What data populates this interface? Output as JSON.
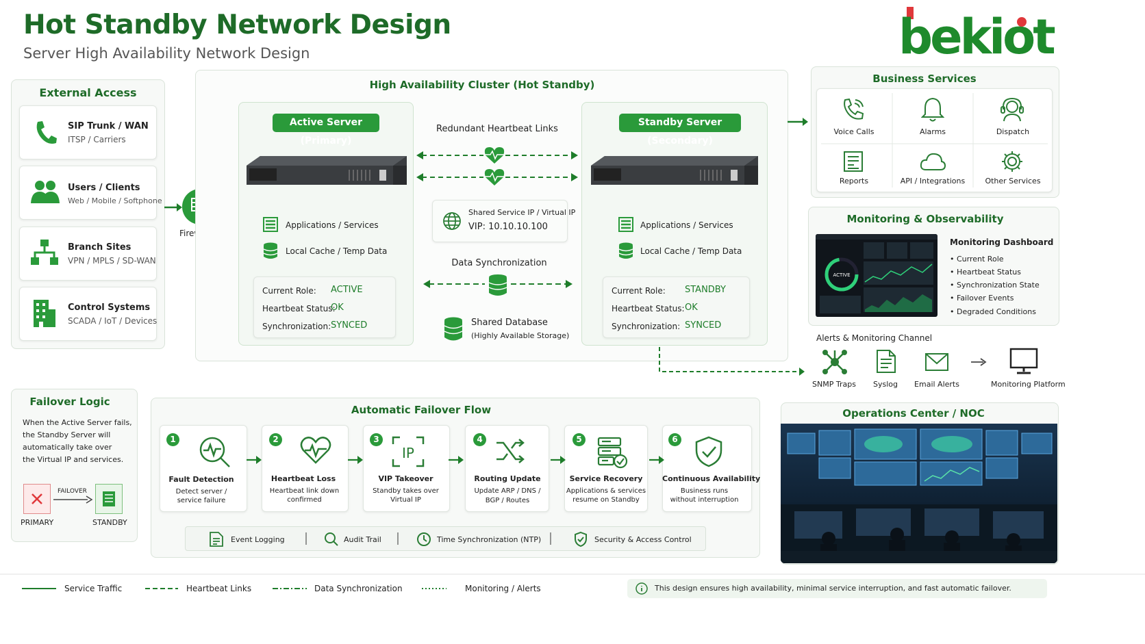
{
  "header": {
    "title": "Hot Standby Network Design",
    "subtitle": "Server High Availability Network Design",
    "logo_text": "bekiot"
  },
  "external": {
    "title": "External Access",
    "items": [
      {
        "name": "SIP Trunk / WAN",
        "sub": "ITSP / Carriers",
        "icon": "phone-icon"
      },
      {
        "name": "Users / Clients",
        "sub": "Web / Mobile / Softphone",
        "icon": "users-icon"
      },
      {
        "name": "Branch Sites",
        "sub": "VPN / MPLS / SD-WAN",
        "icon": "network-tree-icon"
      },
      {
        "name": "Control Systems",
        "sub": "SCADA / IoT / Devices",
        "icon": "building-icon"
      }
    ]
  },
  "firewall": {
    "label": "Firewall / LB"
  },
  "cluster": {
    "title": "High Availability Cluster (Hot Standby)",
    "heartbeat_label": "Redundant Heartbeat Links",
    "vip": {
      "label": "Shared Service IP / Virtual IP",
      "value": "VIP: 10.10.10.100"
    },
    "sync_label": "Data Synchronization",
    "db": {
      "name": "Shared Database",
      "sub": "(Highly Available Storage)"
    },
    "active": {
      "title": "Active Server (Primary)",
      "apps": "Applications / Services",
      "cache": "Local Cache / Temp Data",
      "role_label": "Current Role:",
      "role": "ACTIVE",
      "hb_label": "Heartbeat Status:",
      "hb": "OK",
      "sync_label": "Synchronization:",
      "sync": "SYNCED"
    },
    "standby": {
      "title": "Standby Server (Secondary)",
      "apps": "Applications / Services",
      "cache": "Local Cache / Temp Data",
      "role_label": "Current Role:",
      "role": "STANDBY",
      "hb_label": "Heartbeat Status:",
      "hb": "OK",
      "sync_label": "Synchronization:",
      "sync": "SYNCED"
    }
  },
  "business": {
    "title": "Business Services",
    "items": [
      {
        "label": "Voice Calls",
        "icon": "phone-ringing-icon"
      },
      {
        "label": "Alarms",
        "icon": "bell-icon"
      },
      {
        "label": "Dispatch",
        "icon": "headset-icon"
      },
      {
        "label": "Reports",
        "icon": "report-icon"
      },
      {
        "label": "API / Integrations",
        "icon": "cloud-icon"
      },
      {
        "label": "Other Services",
        "icon": "gear-icon"
      }
    ]
  },
  "monitoring": {
    "title": "Monitoring & Observability",
    "dash_title": "Monitoring Dashboard",
    "gauge_text": "ACTIVE",
    "bullets": [
      "Current Role",
      "Heartbeat Status",
      "Synchronization State",
      "Failover Events",
      "Degraded Conditions"
    ]
  },
  "alerts": {
    "title": "Alerts & Monitoring Channel",
    "items": [
      {
        "label": "SNMP Traps",
        "icon": "snmp-icon"
      },
      {
        "label": "Syslog",
        "icon": "syslog-icon"
      },
      {
        "label": "Email Alerts",
        "icon": "email-icon"
      },
      {
        "label": "Monitoring Platform",
        "icon": "monitor-icon"
      }
    ]
  },
  "failover_logic": {
    "title": "Failover Logic",
    "text": [
      "When the Active Server fails,",
      "the Standby Server will",
      "automatically take over",
      "the Virtual IP and services."
    ],
    "arrow_label": "FAILOVER",
    "primary": "PRIMARY",
    "standby": "STANDBY"
  },
  "flow": {
    "title": "Automatic Failover Flow",
    "steps": [
      {
        "num": "1",
        "title": "Fault Detection",
        "sub": [
          "Detect server /",
          "service failure"
        ],
        "icon": "magnifier-pulse-icon"
      },
      {
        "num": "2",
        "title": "Heartbeat Loss",
        "sub": [
          "Heartbeat link down",
          "confirmed"
        ],
        "icon": "heart-pulse-icon"
      },
      {
        "num": "3",
        "title": "VIP Takeover",
        "sub": [
          "Standby takes over",
          "Virtual IP"
        ],
        "icon": "ip-icon"
      },
      {
        "num": "4",
        "title": "Routing Update",
        "sub": [
          "Update ARP / DNS /",
          "BGP / Routes"
        ],
        "icon": "shuffle-icon"
      },
      {
        "num": "5",
        "title": "Service Recovery",
        "sub": [
          "Applications & services",
          "resume on Standby"
        ],
        "icon": "server-check-icon"
      },
      {
        "num": "6",
        "title": "Continuous Availability",
        "sub": [
          "Business runs",
          "without interruption"
        ],
        "icon": "shield-check-icon"
      }
    ],
    "footer": [
      {
        "label": "Event Logging",
        "icon": "log-icon"
      },
      {
        "label": "Audit Trail",
        "icon": "search-icon"
      },
      {
        "label": "Time Synchronization (NTP)",
        "icon": "clock-icon"
      },
      {
        "label": "Security & Access Control",
        "icon": "shield-icon"
      }
    ]
  },
  "noc": {
    "title": "Operations Center / NOC"
  },
  "legend": {
    "items": [
      "Service Traffic",
      "Heartbeat Links",
      "Data Synchronization",
      "Monitoring / Alerts"
    ],
    "note": "This design ensures high availability, minimal service interruption, and fast automatic failover."
  },
  "colors": {
    "brand": "#1e6b28",
    "accent": "#2a9a3a",
    "alert": "#e0383b"
  }
}
